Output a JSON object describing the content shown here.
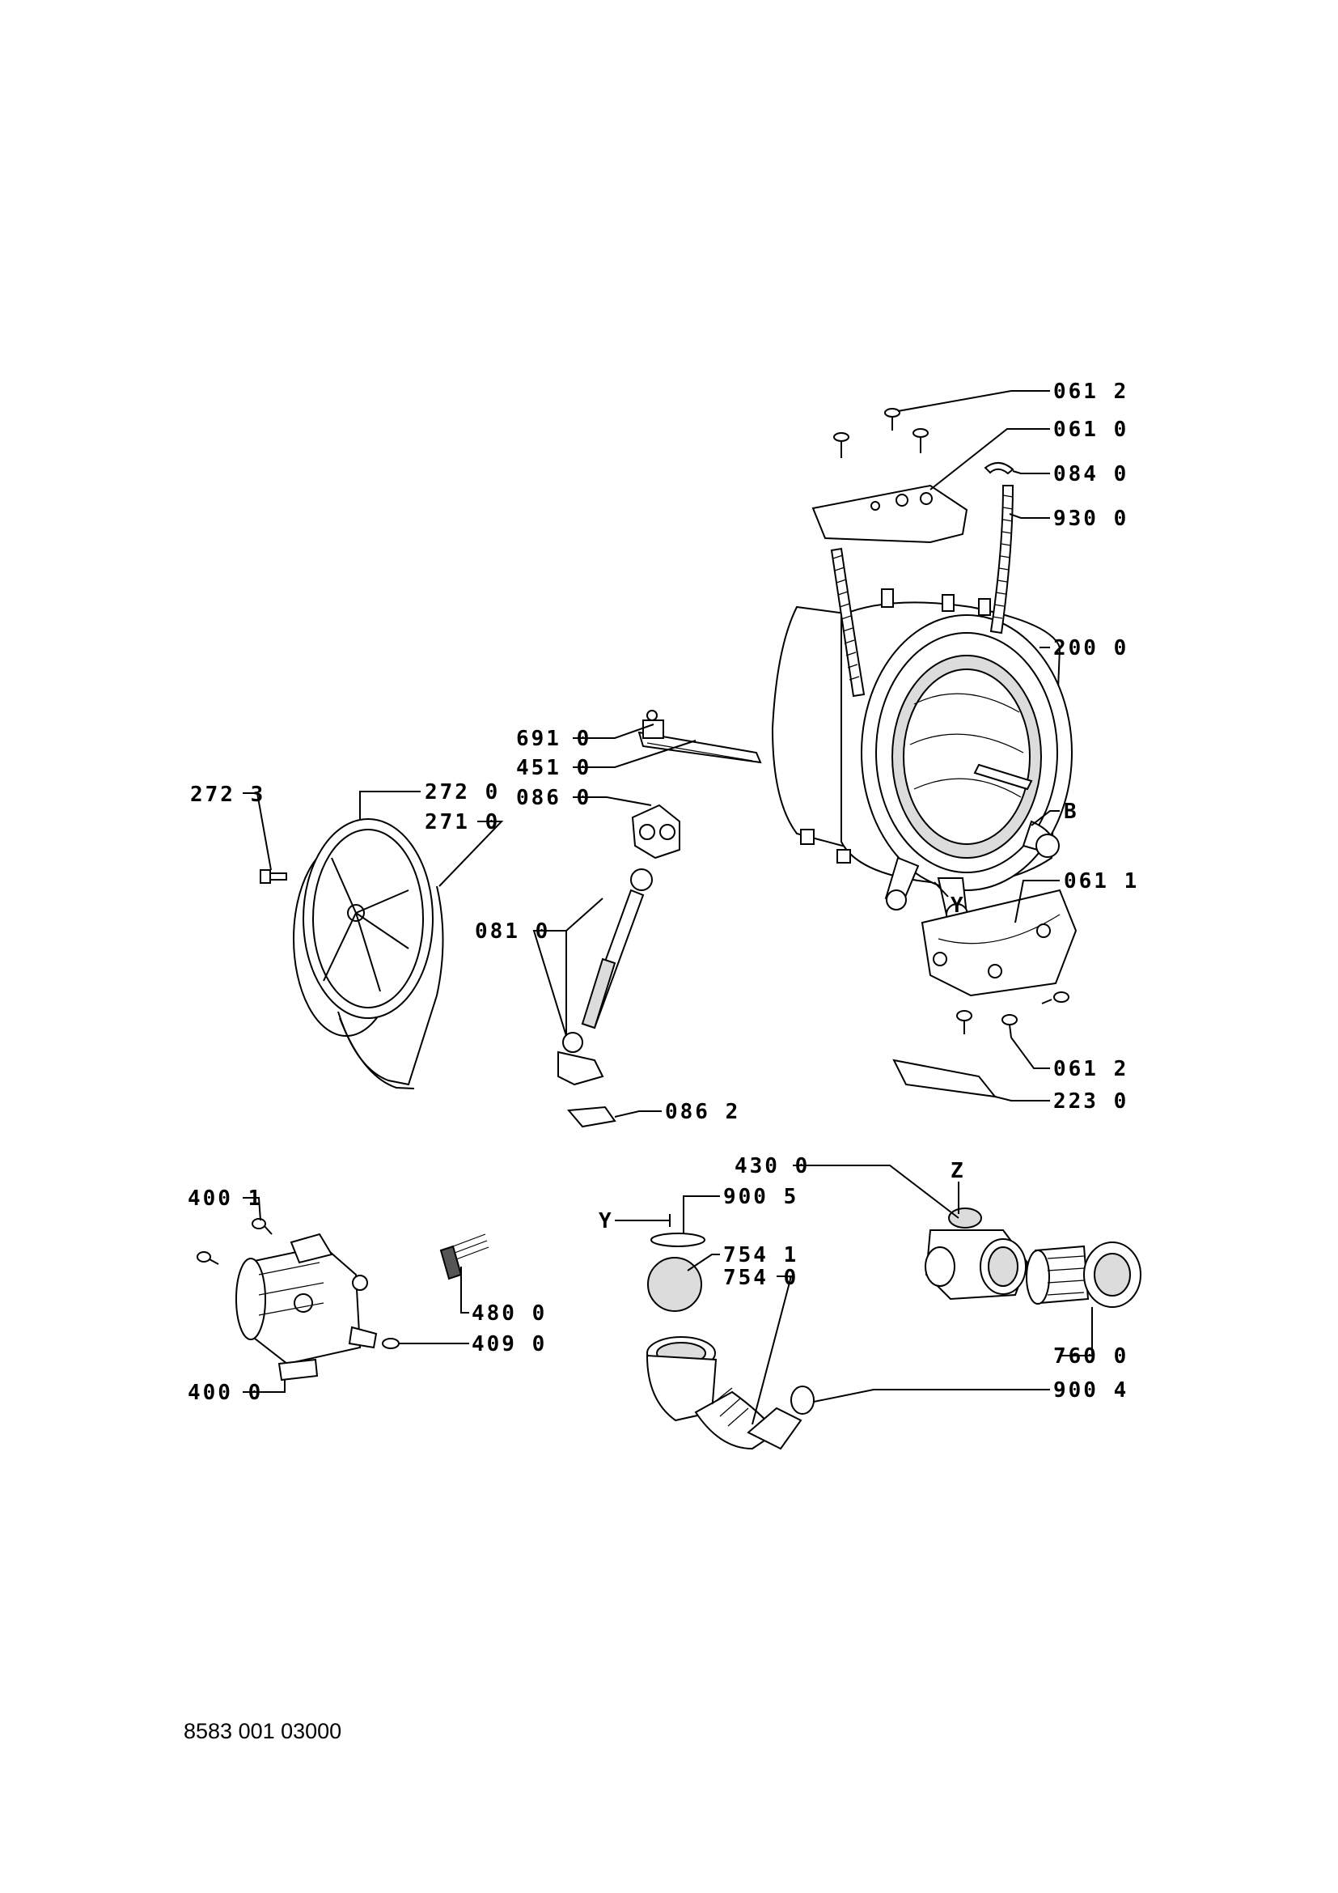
{
  "footer": {
    "part_number": "8583 001 03000"
  },
  "callouts": {
    "c0612a": "061 2",
    "c0610": "061 0",
    "c0840": "084 0",
    "c9300": "930 0",
    "c2000": "200 0",
    "c6910": "691 0",
    "c4510": "451 0",
    "c0860": "086 0",
    "c2723": "272 3",
    "c2720": "272 0",
    "c2710": "271 0",
    "cB": "B",
    "c0611": "061 1",
    "cY1": "Y",
    "c0810": "081 0",
    "c0612b": "061 2",
    "c2230": "223 0",
    "c0862": "086 2",
    "c4300": "430 0",
    "cZ": "Z",
    "c9005": "900 5",
    "cY2": "Y",
    "c7541": "754 1",
    "c7540": "754 0",
    "c4001": "400 1",
    "c4800": "480 0",
    "c4090": "409 0",
    "c4000": "400 0",
    "c7600": "760 0",
    "c9004": "900 4"
  }
}
